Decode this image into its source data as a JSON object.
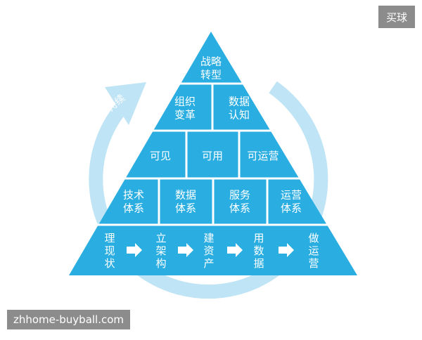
{
  "colors": {
    "pyramid": "#2aaee2",
    "cycle_arrow": "#bfe4f5",
    "divider": "#ffffff",
    "text": "#ffffff",
    "badge": "#8c8c8c"
  },
  "cycle_label": "持续",
  "top_badge": "买球",
  "watermark": "zhhome-buyball.com",
  "pyramid": {
    "tier1": [
      [
        "战略",
        "转型"
      ]
    ],
    "tier2": [
      [
        "组织",
        "变革"
      ],
      [
        "数据",
        "认知"
      ]
    ],
    "tier3": [
      [
        "可见"
      ],
      [
        "可用"
      ],
      [
        "可运营"
      ]
    ],
    "tier4": [
      [
        "技术",
        "体系"
      ],
      [
        "数据",
        "体系"
      ],
      [
        "服务",
        "体系"
      ],
      [
        "运营",
        "体系"
      ]
    ],
    "base_steps": [
      [
        "理",
        "现",
        "状"
      ],
      [
        "立",
        "架",
        "构"
      ],
      [
        "建",
        "资",
        "产"
      ],
      [
        "用",
        "数",
        "据"
      ],
      [
        "做",
        "运",
        "营"
      ]
    ]
  }
}
